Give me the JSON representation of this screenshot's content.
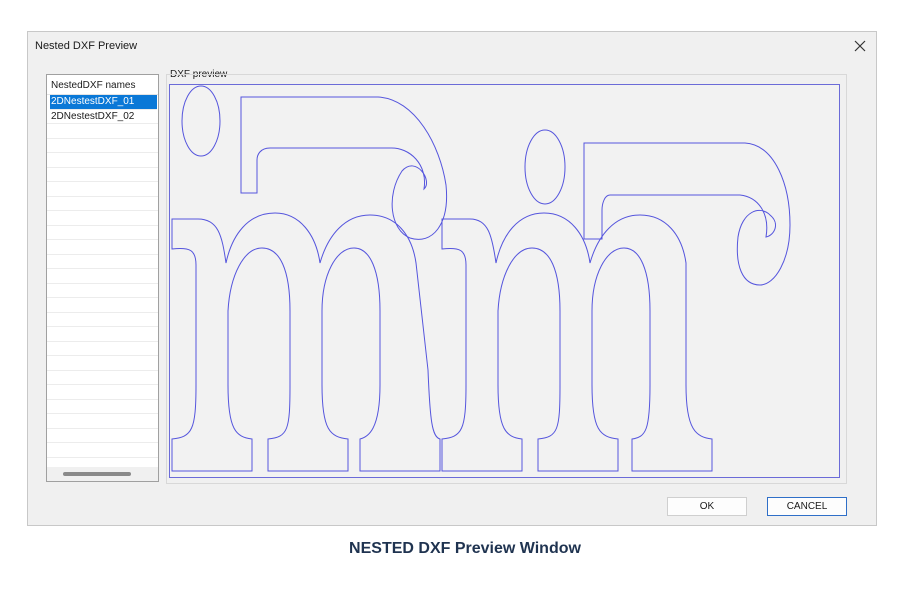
{
  "window": {
    "title": "Nested DXF Preview",
    "close_icon": "close-icon"
  },
  "names_list": {
    "header": "NestedDXF names",
    "items": [
      "2DNestestDXF_01",
      "2DNestestDXF_02"
    ],
    "selected_index": 0
  },
  "preview": {
    "label": "DXF preview",
    "stroke_color": "#5555dd",
    "shapes": "outlines of glyphs m, i, r, m, i, r (nested DXF parts)"
  },
  "buttons": {
    "ok": "OK",
    "cancel": "CANCEL"
  },
  "caption": "NESTED DXF Preview Window",
  "colors": {
    "selection": "#0a78d7",
    "caption": "#1f3350",
    "cancel_border": "#2f6fc8"
  }
}
